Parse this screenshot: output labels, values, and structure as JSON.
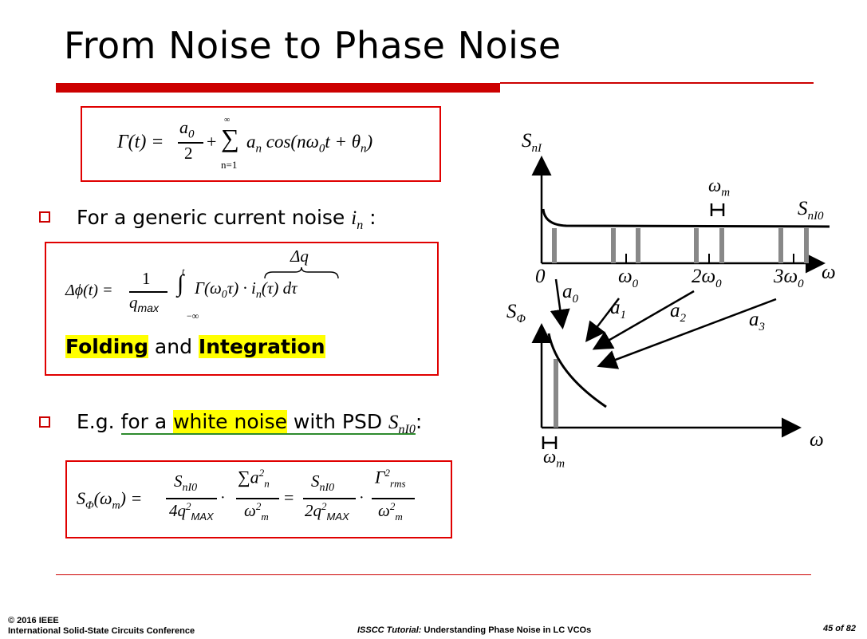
{
  "slide": {
    "title": "From Noise to Phase Noise",
    "colors": {
      "accent_red": "#cc0000",
      "highlight": "#ffff00",
      "bar_gray": "#888888",
      "underline_green": "#2e8b2e"
    }
  },
  "eq1": {
    "lhs": "Γ(t) =",
    "a0": "a",
    "sub0": "0",
    "den": "2",
    "plus": "+",
    "sigma": "∑",
    "sup": "∞",
    "sub": "n=1",
    "term": "a",
    "term_sub": "n",
    "cos": "cos(nω",
    "cos_sub": "0",
    "cos_rest": "t + θ",
    "theta_sub": "n",
    "close": ")"
  },
  "bullet1": {
    "text": "For a generic current noise ",
    "var": "i",
    "var_sub": "n",
    "colon": " :"
  },
  "eq2": {
    "lhs": "Δϕ(t) =",
    "num": "1",
    "den": "q",
    "den_sub": "max",
    "int": "∫",
    "int_up": "t",
    "int_lo": "−∞",
    "body": "Γ(ω",
    "body_sub": "0",
    "body_rest": "τ) · i",
    "i_sub": "n",
    "tail": "(τ) dτ",
    "brace_label": "Δq",
    "fold": "Folding",
    "and": " and ",
    "integ": "Integration"
  },
  "bullet2": {
    "pre": "E.g. ",
    "for_a": "for a ",
    "white_noise": "white noise",
    "with_psd": " with PSD ",
    "var": "S",
    "var_sub": "nI0",
    "colon": ":"
  },
  "eq3": {
    "lhs": "S",
    "lhs_sub": "Φ",
    "lhs_arg": "(ω",
    "lhs_arg_sub": "m",
    "lhs_close": ") =",
    "f1_num": "S",
    "f1_num_sub": "nI0",
    "f1_den": "4q",
    "f1_den_sup": "2",
    "f1_den_sub": "MAX",
    "dot": "·",
    "f2_num": "∑a",
    "f2_num_sup": "2",
    "f2_num_sub": "n",
    "f2_den": "ω",
    "f2_den_sup": "2",
    "f2_den_sub": "m",
    "eq": "=",
    "f3_num": "S",
    "f3_num_sub": "nI0",
    "f3_den": "2q",
    "f3_den_sup": "2",
    "f3_den_sub": "MAX",
    "f4_num": "Γ",
    "f4_num_sup": "2",
    "f4_num_sub": "rms",
    "f4_den": "ω",
    "f4_den_sup": "2",
    "f4_den_sub": "m"
  },
  "diagram": {
    "top_ylabel": "S",
    "top_ylabel_sub": "nI",
    "wm_label": "ω",
    "wm_sub": "m",
    "sni0": "S",
    "sni0_sub": "nI0",
    "x_zero": "0",
    "x_w0": "ω",
    "x_w0_sub": "0",
    "x_2w0": "2ω",
    "x_2w0_sub": "0",
    "x_3w0": "3ω",
    "x_3w0_sub": "0",
    "x_omega": "ω",
    "a0": "a",
    "a0_sub": "0",
    "a1": "a",
    "a1_sub": "1",
    "a2": "a",
    "a2_sub": "2",
    "a3": "a",
    "a3_sub": "3",
    "bottom_ylabel": "S",
    "bottom_ylabel_sub": "Φ",
    "bottom_omega": "ω",
    "bottom_wm": "ω",
    "bottom_wm_sub": "m"
  },
  "footer": {
    "copyright": "© 2016 IEEE",
    "conference": "International Solid-State Circuits Conference",
    "tutorial_italic": "ISSCC Tutorial:",
    "tutorial_rest": " Understanding Phase Noise in LC VCOs",
    "page": "45 of 82"
  }
}
